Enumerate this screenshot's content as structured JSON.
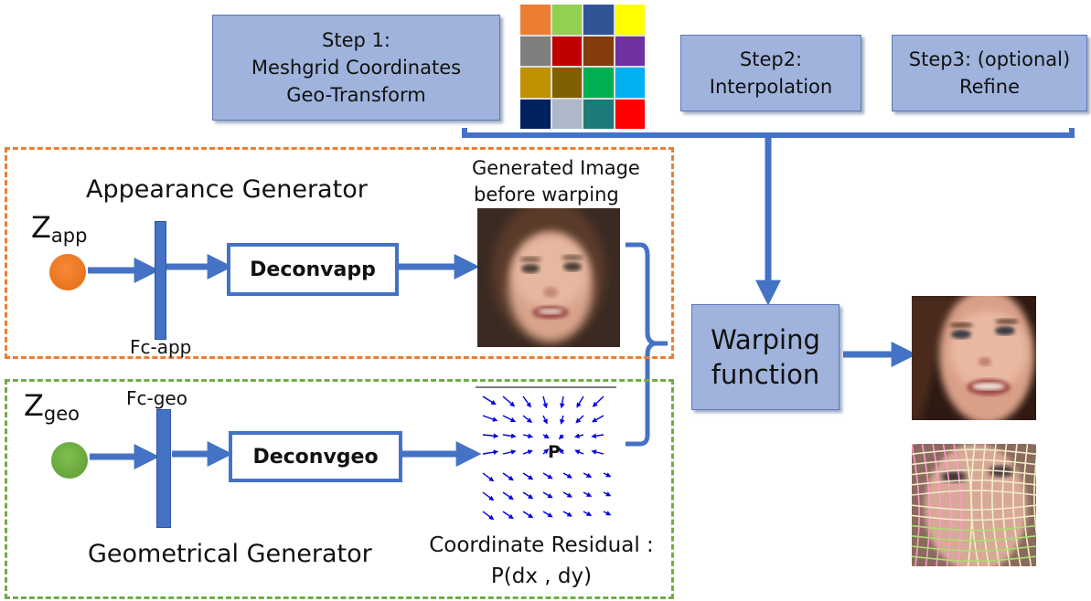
{
  "steps": {
    "step1": [
      "Step 1:",
      "Meshgrid Coordinates",
      "Geo-Transform"
    ],
    "step2": [
      "Step2:",
      "Interpolation"
    ],
    "step3": [
      "Step3: (optional)",
      "Refine"
    ]
  },
  "appearance": {
    "title": "Appearance Generator",
    "z_main": "Z",
    "z_sub": "app",
    "fc_label": "Fc-app",
    "deconv_label": "Deconvapp",
    "image_caption": [
      "Generated Image",
      "before warping"
    ]
  },
  "geometry": {
    "title": "Geometrical Generator",
    "z_main": "Z",
    "z_sub": "geo",
    "fc_label": "Fc-geo",
    "deconv_label": "Deconvgeo",
    "field_marker": "P",
    "residual_caption": [
      "Coordinate  Residual :",
      "P(dx , dy)"
    ]
  },
  "warping": {
    "label": [
      "Warping",
      "function"
    ]
  },
  "colors": {
    "grid": [
      "#ed7d31",
      "#92d050",
      "#2f5597",
      "#ffff00",
      "#7f7f7f",
      "#c00000",
      "#843c0c",
      "#7030a0",
      "#bf9000",
      "#806000",
      "#00b050",
      "#00b0f0",
      "#002060",
      "#adb9ca",
      "#1f7a7a",
      "#ff0000"
    ],
    "accent": "#4472c4",
    "orange": "#ed7d31",
    "green": "#70ad47"
  }
}
